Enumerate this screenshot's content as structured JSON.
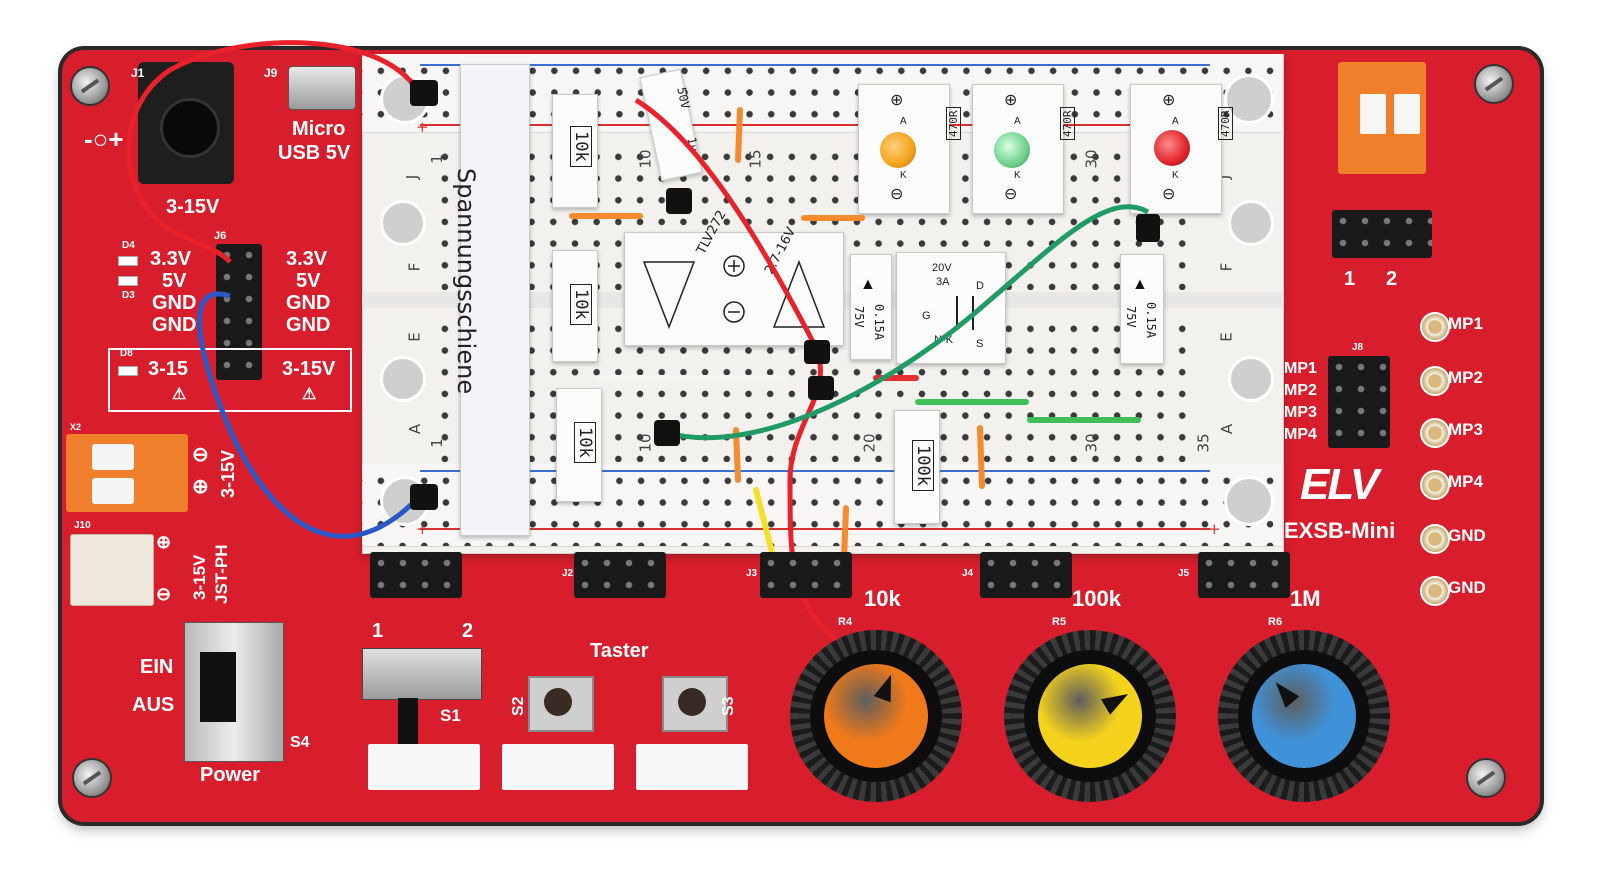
{
  "board": {
    "brand": "ELV",
    "model": "EXSB-Mini",
    "breadboard_label": "Spannungsschiene"
  },
  "power_inputs": {
    "j1_ref": "J1",
    "j1_value": "3-15V",
    "j9_ref": "J9",
    "j9_line1": "Micro",
    "j9_line2": "USB 5V",
    "x2_ref": "X2",
    "x2_value": "3-15V",
    "j10_ref": "J10",
    "j10_line1": "3-15V",
    "j10_line2": "JST-PH"
  },
  "rails": {
    "j6_ref": "J6",
    "left": [
      "3.3V",
      "5V",
      "GND",
      "GND"
    ],
    "right": [
      "3.3V",
      "5V",
      "GND",
      "GND"
    ],
    "d4": "D4",
    "d3": "D3",
    "d8": "D8",
    "vin_left": "3-15",
    "vin_right": "3-15V"
  },
  "power_switch": {
    "on": "EIN",
    "off": "AUS",
    "ref": "S4",
    "label": "Power"
  },
  "switches": {
    "s1": "S1",
    "s2": "S2",
    "s3": "S3",
    "taster": "Taster"
  },
  "headers": {
    "j2": "J2",
    "j3": "J3",
    "j4": "J4",
    "j5": "J5",
    "j7_1": "1",
    "j7_2": "2",
    "j8": "J8",
    "j1_pin1": "1",
    "j1_pin2": "2"
  },
  "pots": [
    {
      "ref": "R4",
      "value": "10k",
      "cap_color": "#f07a1a",
      "angle_deg": 20
    },
    {
      "ref": "R5",
      "value": "100k",
      "cap_color": "#f5d21c",
      "angle_deg": 60
    },
    {
      "ref": "R6",
      "value": "1M",
      "cap_color": "#3f92d8",
      "angle_deg": -40
    }
  ],
  "measure_points": {
    "left": [
      "MP1",
      "MP2",
      "MP3",
      "MP4"
    ],
    "right": [
      "MP1",
      "MP2",
      "MP3",
      "MP4",
      "GND",
      "GND"
    ]
  },
  "breadboard": {
    "row_letters_top": [
      "J",
      "F"
    ],
    "row_letters_bottom": [
      "E",
      "A"
    ],
    "col_numbers": [
      "1",
      "10",
      "15",
      "20",
      "30",
      "35"
    ],
    "plus": "+",
    "minus": "−"
  },
  "components": {
    "resistor_10k": "10k",
    "resistor_100k": "100k",
    "opamp": "TLV272",
    "opamp_voltage": "2.7-16V",
    "cap_top": "50V",
    "cap_bottom": "1u",
    "diode": "0.15A",
    "diode_v": "75V",
    "mosfet_v": "20V",
    "mosfet_a": "3A",
    "mosfet_type": "N-K",
    "mosfet_g": "G",
    "mosfet_d": "D",
    "mosfet_s": "S",
    "led_res": "470R",
    "led_a": "A",
    "led_k": "K",
    "led_colors": [
      "#f2a21c",
      "#6ed08a",
      "#e0242c"
    ]
  }
}
